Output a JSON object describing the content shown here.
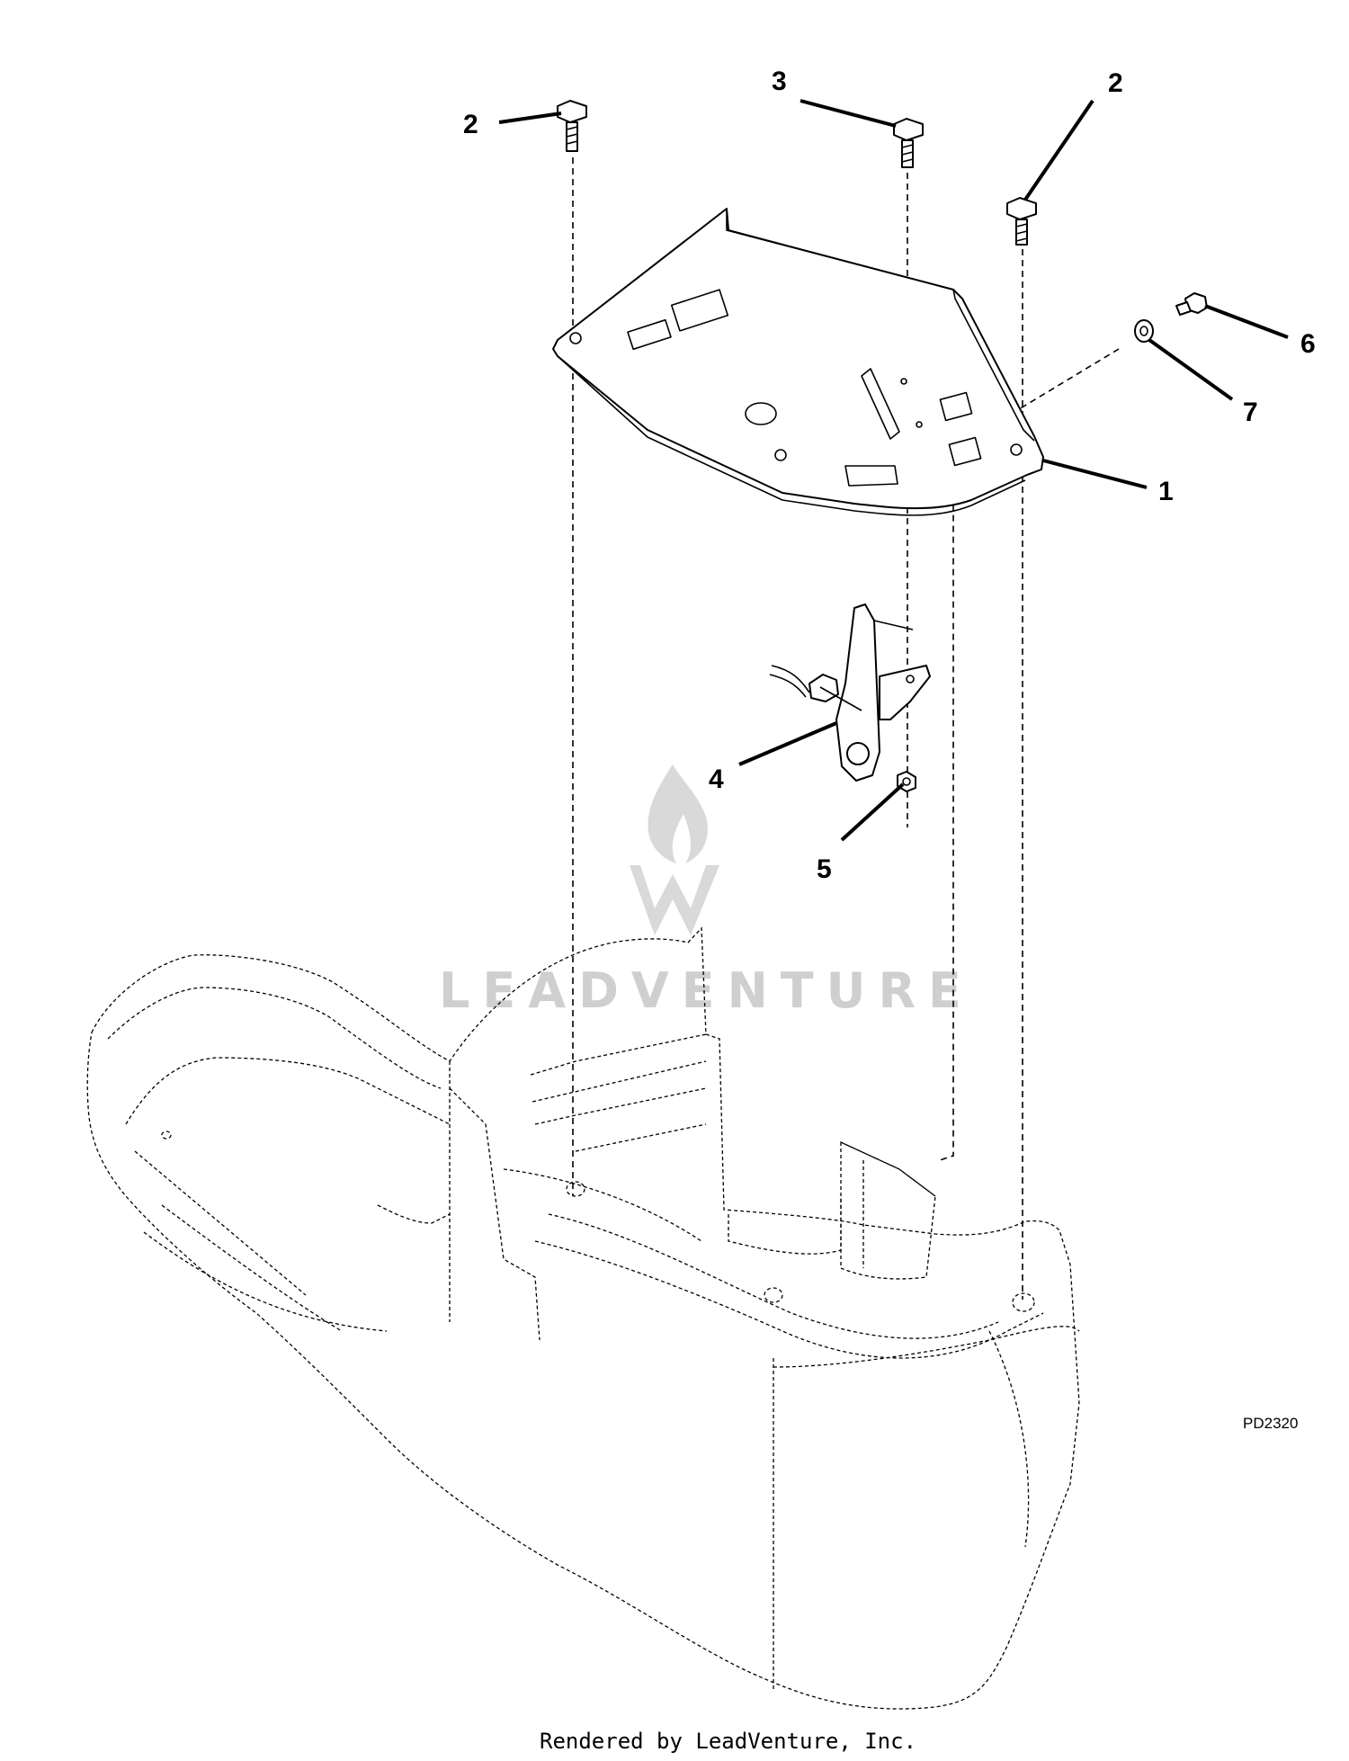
{
  "diagram": {
    "figure_id": "PD2320",
    "footer": "Rendered by LeadVenture, Inc.",
    "watermark": "LEADVENTURE",
    "callouts": {
      "c1": "1",
      "c2a": "2",
      "c2b": "2",
      "c3": "3",
      "c4": "4",
      "c5": "5",
      "c6": "6",
      "c7": "7"
    }
  }
}
